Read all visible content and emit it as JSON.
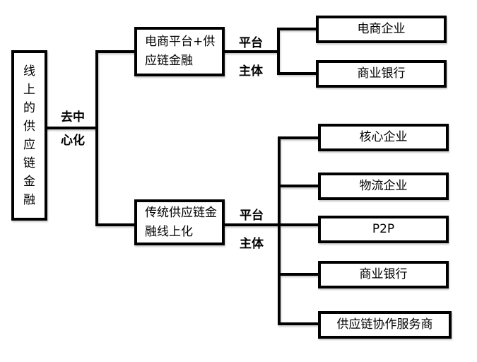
{
  "diagram": {
    "root_label": "线上的供应链金融",
    "decentralize_label": {
      "line1": "去中",
      "line2": "心化"
    },
    "branches": [
      {
        "full_label": "电商平台+供应链金融",
        "lines": [
          "电商平台+供",
          "应链金融"
        ],
        "platform_label": "平台",
        "subject_label": "主体",
        "children": [
          "电商企业",
          "商业银行"
        ]
      },
      {
        "full_label": "传统供应链金融线上化",
        "lines": [
          "传统供应链金",
          "融线上化"
        ],
        "platform_label": "平台",
        "subject_label": "主体",
        "children": [
          "核心企业",
          "物流企业",
          "P2P",
          "商业银行",
          "供应链协作服务商"
        ]
      }
    ],
    "colors": {
      "line": "#000000",
      "text": "#000000",
      "box_background": "#ffffff",
      "page_background": "#ffffff"
    }
  }
}
